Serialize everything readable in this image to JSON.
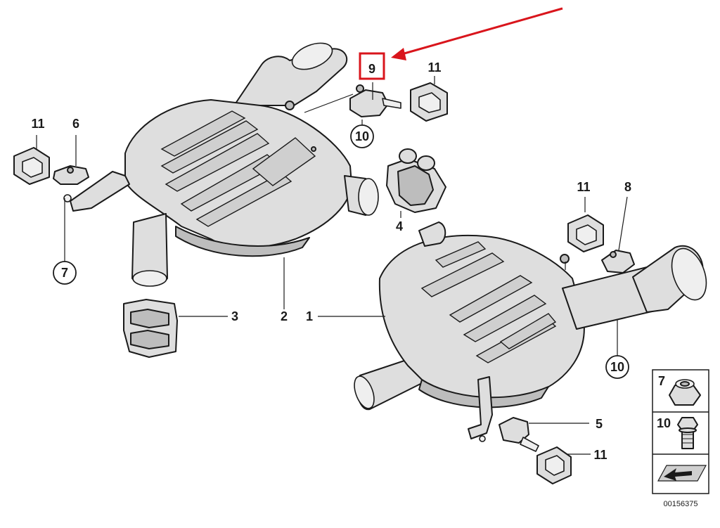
{
  "diagram": {
    "callouts": [
      {
        "id": "c1",
        "text": "1"
      },
      {
        "id": "c2",
        "text": "2"
      },
      {
        "id": "c3",
        "text": "3"
      },
      {
        "id": "c4",
        "text": "4"
      },
      {
        "id": "c5",
        "text": "5"
      },
      {
        "id": "c6",
        "text": "6"
      },
      {
        "id": "c7",
        "text": "7"
      },
      {
        "id": "c8",
        "text": "8"
      },
      {
        "id": "c9",
        "text": "9"
      },
      {
        "id": "c10",
        "text": "10"
      },
      {
        "id": "c11",
        "text": "11"
      }
    ],
    "highlight_color": "#d9151c",
    "legend": {
      "items": [
        {
          "label": "7"
        },
        {
          "label": "10"
        }
      ]
    },
    "footer_code": "00156375"
  }
}
